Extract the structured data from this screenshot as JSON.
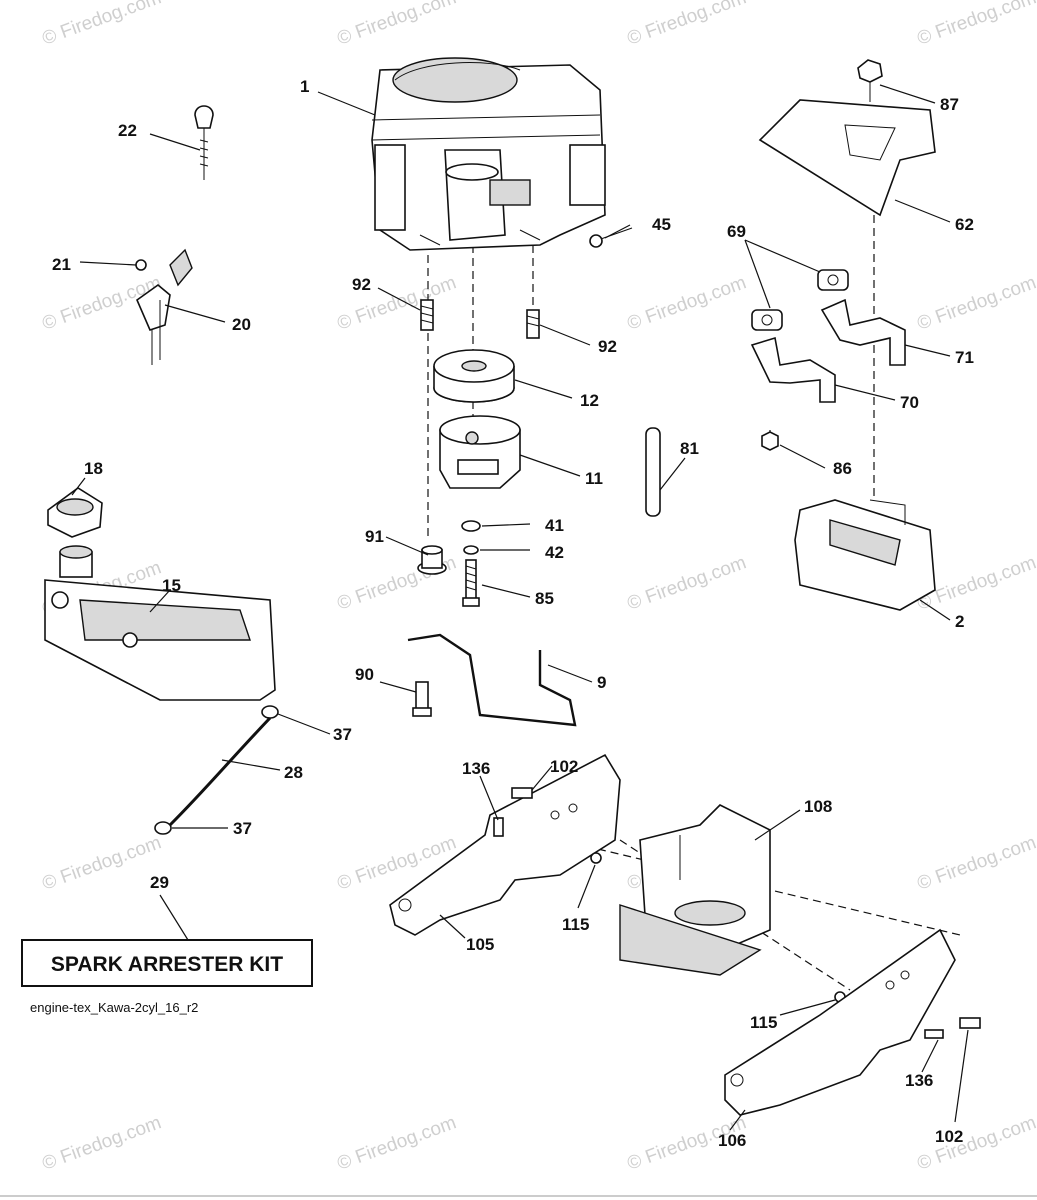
{
  "watermark": "© Firedog.com",
  "drawing_code": "engine-tex_Kawa-2cyl_16_r2",
  "kit_label": "SPARK ARRESTER KIT",
  "callouts": {
    "c1": "1",
    "c22": "22",
    "c21": "21",
    "c20": "20",
    "c92a": "92",
    "c92b": "92",
    "c45": "45",
    "c12": "12",
    "c11": "11",
    "c41": "41",
    "c42": "42",
    "c85": "85",
    "c91": "91",
    "c18": "18",
    "c15": "15",
    "c87": "87",
    "c62": "62",
    "c69": "69",
    "c71": "71",
    "c70": "70",
    "c81": "81",
    "c86": "86",
    "c2": "2",
    "c90": "90",
    "c9": "9",
    "c37a": "37",
    "c28": "28",
    "c37b": "37",
    "c29": "29",
    "c136a": "136",
    "c102a": "102",
    "c108": "108",
    "c115a": "115",
    "c105": "105",
    "c115b": "115",
    "c136b": "136",
    "c106": "106",
    "c102b": "102"
  },
  "colors": {
    "line": "#111111",
    "watermark": "#cfcfcf",
    "background": "#ffffff"
  }
}
